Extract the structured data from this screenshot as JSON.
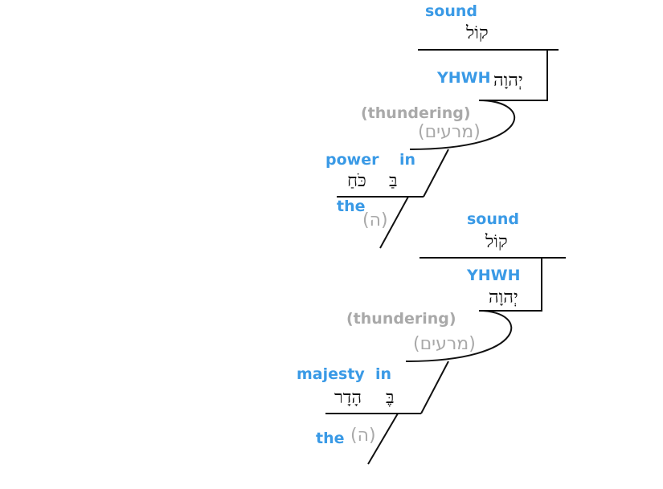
{
  "diagram": {
    "clauses": [
      {
        "subject": {
          "english": "sound",
          "hebrew": "קוֹל"
        },
        "modifier": {
          "english": "YHWH",
          "hebrew": "יְהוָה"
        },
        "implied_verb": {
          "english": "(thundering)",
          "hebrew": "(מרעים)"
        },
        "prepositional_phrase": {
          "preposition": {
            "english": "in",
            "hebrew": "בַּ"
          },
          "object": {
            "english": "power",
            "hebrew": "כֹּחַ"
          },
          "article": {
            "english": "the",
            "hebrew": "(ה)"
          }
        }
      },
      {
        "subject": {
          "english": "sound",
          "hebrew": "קוֹל"
        },
        "modifier": {
          "english": "YHWH",
          "hebrew": "יְהוָה"
        },
        "implied_verb": {
          "english": "(thundering)",
          "hebrew": "(מרעים)"
        },
        "prepositional_phrase": {
          "preposition": {
            "english": "in",
            "hebrew": "בֶּ"
          },
          "object": {
            "english": "majesty",
            "hebrew": "הָדָר"
          },
          "article": {
            "english": "the",
            "hebrew": "(ה)"
          }
        }
      }
    ],
    "colors": {
      "english": "#3a9ae6",
      "implied": "#a9a9a9",
      "hebrew": "#111111",
      "lines": "#111111"
    }
  }
}
